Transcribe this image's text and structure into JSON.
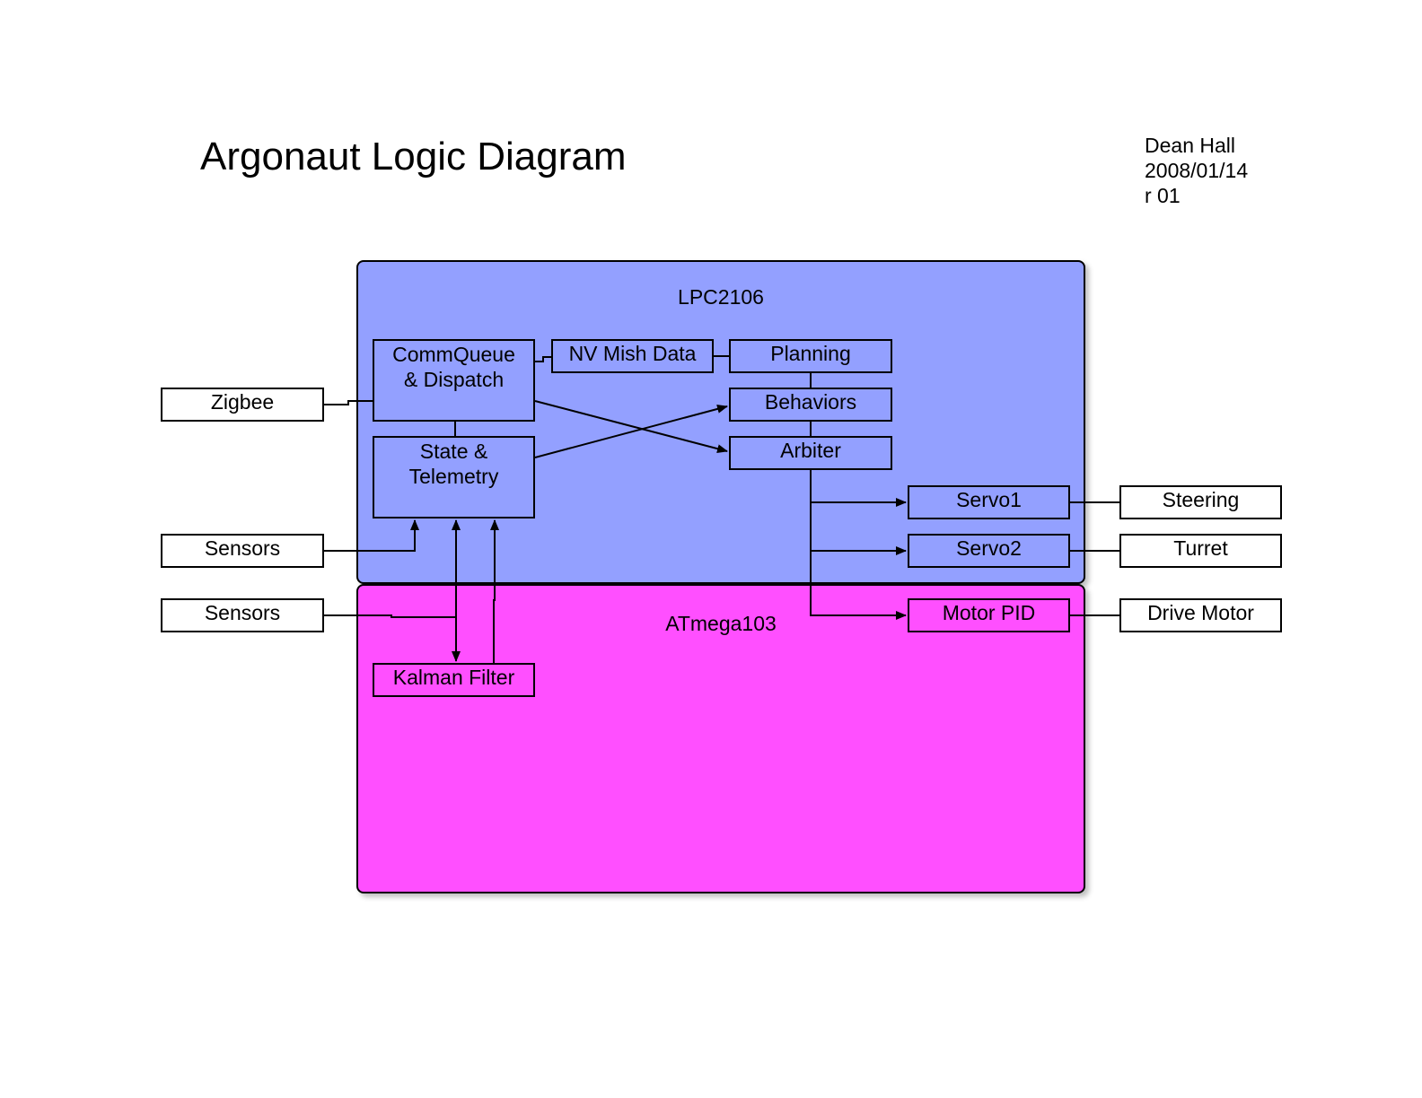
{
  "header": {
    "title": "Argonaut Logic Diagram",
    "author": "Dean Hall",
    "date": "2008/01/14",
    "revision": "r 01"
  },
  "colors": {
    "lpc_region": "#93a0ff",
    "atmega_region": "#ff4fff",
    "line": "#000000"
  },
  "regions": {
    "lpc": {
      "label": "LPC2106"
    },
    "atmega": {
      "label": "ATmega103"
    }
  },
  "blocks": {
    "commqueue": {
      "line1": "CommQueue",
      "line2": "& Dispatch"
    },
    "state": {
      "line1": "State &",
      "line2": "Telemetry"
    },
    "nvmish": {
      "label": "NV Mish Data"
    },
    "planning": {
      "label": "Planning"
    },
    "behaviors": {
      "label": "Behaviors"
    },
    "arbiter": {
      "label": "Arbiter"
    },
    "servo1": {
      "label": "Servo1"
    },
    "servo2": {
      "label": "Servo2"
    },
    "motorpid": {
      "label": "Motor PID"
    },
    "kalman": {
      "label": "Kalman Filter"
    }
  },
  "external": {
    "zigbee": {
      "label": "Zigbee"
    },
    "sensors_top": {
      "label": "Sensors"
    },
    "sensors_bottom": {
      "label": "Sensors"
    },
    "steering": {
      "label": "Steering"
    },
    "turret": {
      "label": "Turret"
    },
    "drive_motor": {
      "label": "Drive Motor"
    }
  }
}
